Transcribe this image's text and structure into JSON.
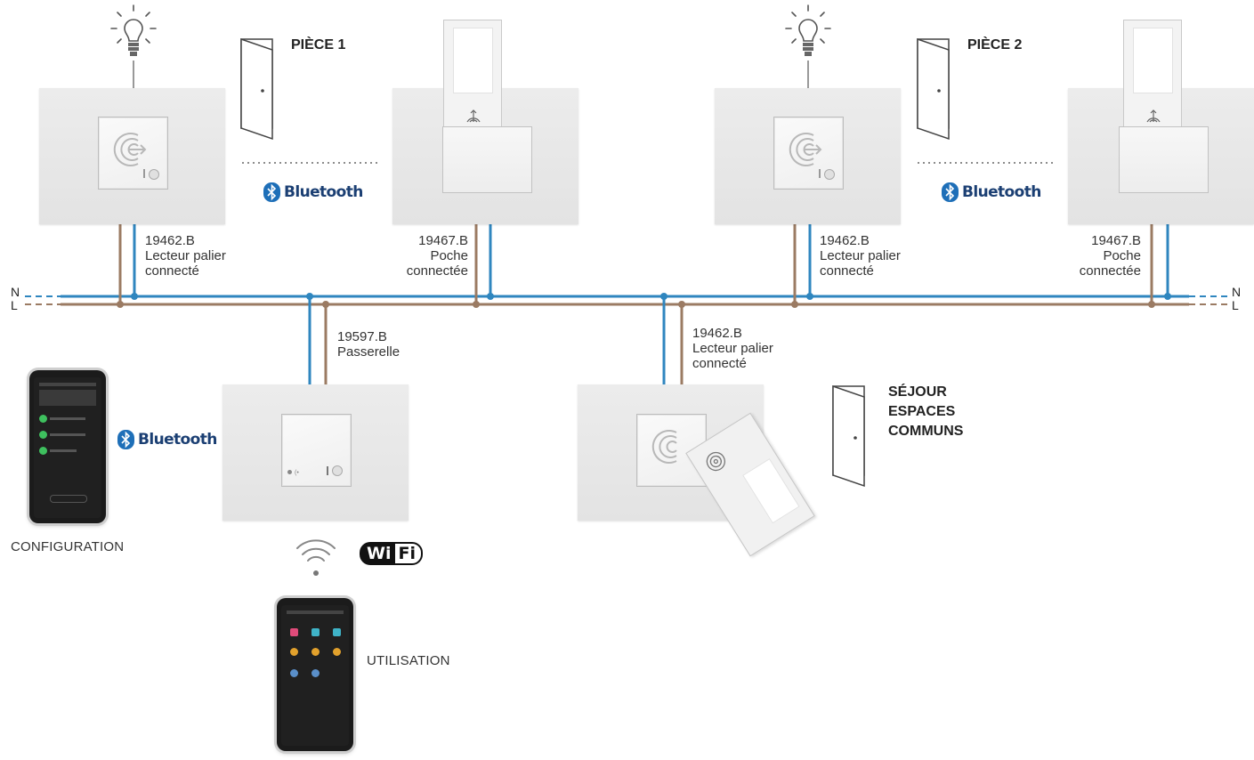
{
  "rooms": {
    "room1": "PIÈCE 1",
    "room2": "PIÈCE 2",
    "common_line1": "SÉJOUR",
    "common_line2": "ESPACES",
    "common_line3": "COMMUNS"
  },
  "devices": {
    "reader": {
      "code": "19462.B",
      "line1": "Lecteur palier",
      "line2": "connecté"
    },
    "pocket": {
      "code": "19467.B",
      "line1": "Poche",
      "line2": "connectée"
    },
    "gateway": {
      "code": "19597.B",
      "line1": "Passerelle"
    }
  },
  "bus": {
    "neutral": "N",
    "live": "L"
  },
  "protocols": {
    "bluetooth": "Bluetooth",
    "wifi_a": "Wi",
    "wifi_b": "Fi"
  },
  "captions": {
    "configuration": "CONFIGURATION",
    "usage": "UTILISATION"
  },
  "colors": {
    "neutral_wire": "#2f86bf",
    "live_wire": "#9b7b63",
    "bluetooth_blue": "#1e6fb8"
  },
  "icons": [
    "light-bulb-icon",
    "door-icon",
    "bluetooth-icon",
    "wifi-icon",
    "keycard-reader-icon",
    "smartphone-icon"
  ]
}
